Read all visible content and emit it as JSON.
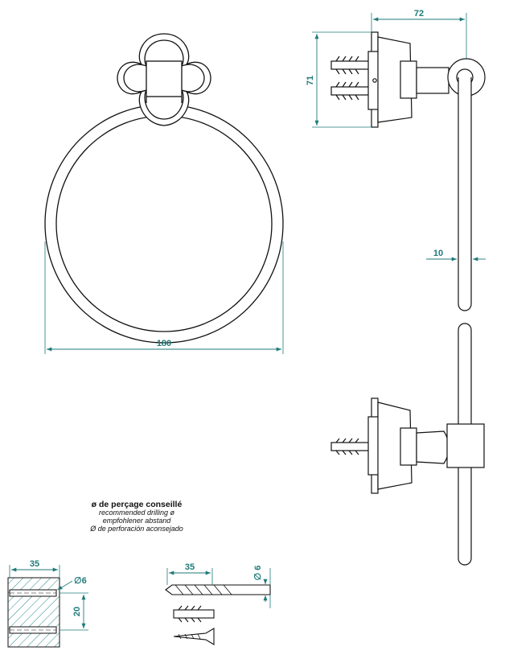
{
  "dimensions": {
    "ring_width": "180",
    "depth": "72",
    "height": "71",
    "rod_diameter": "10",
    "hole_depth_left": "35",
    "hole_diameter_left": "∅6",
    "hole_spacing": "20",
    "drill_depth": "35",
    "drill_diameter": "∅ 6"
  },
  "notes": {
    "title": "ø de perçage conseillé",
    "line_en": "recommended drilling ø",
    "line_de": "empfohlener abstand",
    "line_es": "Ø de perforación aconsejado"
  },
  "colors": {
    "line": "#111111",
    "dimension": "#1f7a7a",
    "hatch": "#2a8a8a"
  }
}
